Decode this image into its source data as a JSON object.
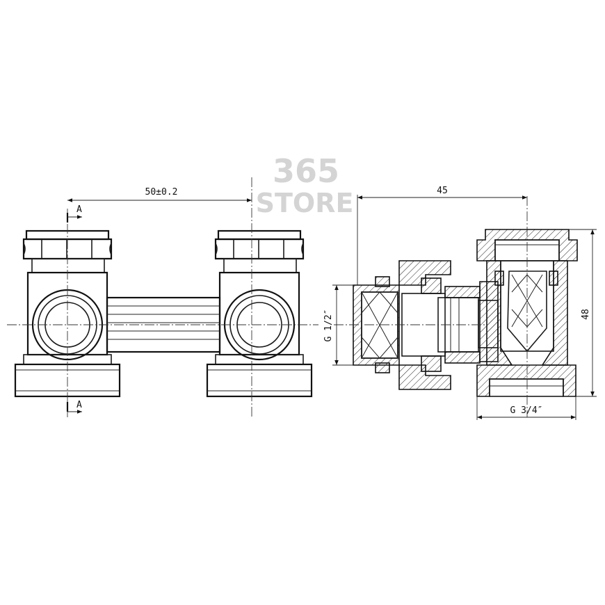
{
  "watermark": {
    "line1": "365",
    "line2": "STORE"
  },
  "front_view": {
    "spacing_dimension": "50±0.2",
    "section_mark_top": "A",
    "section_mark_bottom": "A"
  },
  "section_view": {
    "width_dimension": "45",
    "height_dimension": "48",
    "inlet_thread": "G 1/2″",
    "outlet_thread": "G 3/4″"
  }
}
